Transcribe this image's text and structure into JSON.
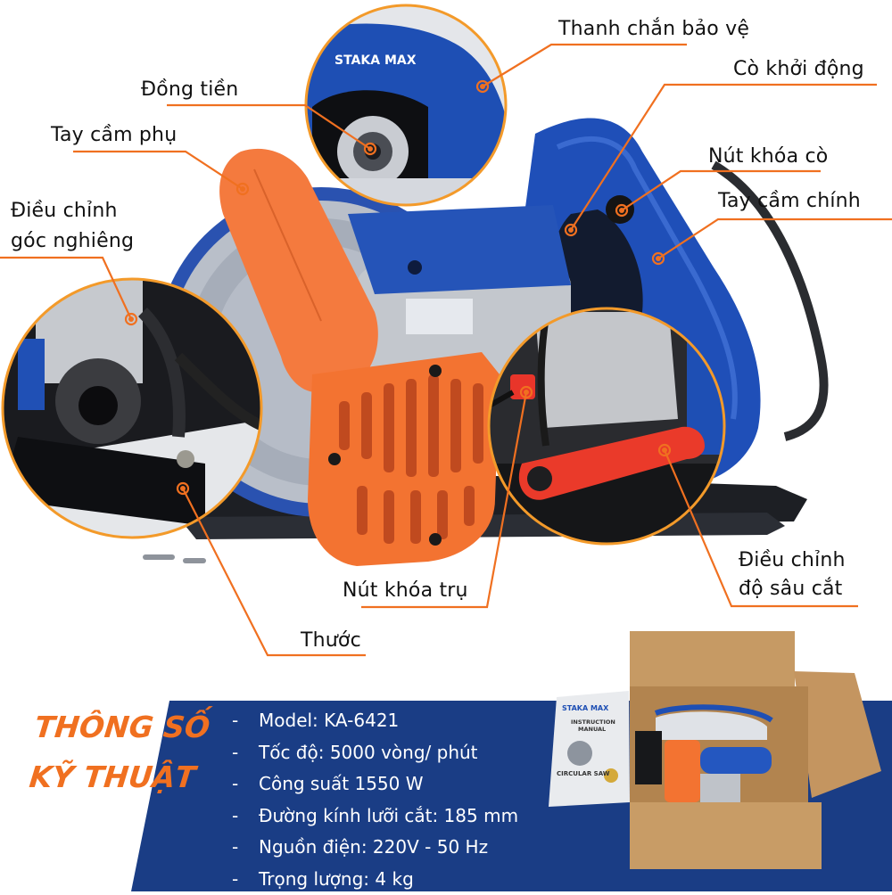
{
  "brand": "STAKA MAX",
  "colors": {
    "accent_orange": "#f07020",
    "panel_blue": "#1a3d85",
    "tool_blue": "#1e4fb4",
    "tool_orange": "#f7783a",
    "text_dark": "#111111"
  },
  "callouts": [
    {
      "id": "thanh-chan-bao-ve",
      "text": "Thanh chắn bảo vệ"
    },
    {
      "id": "co-khoi-dong",
      "text": "Cò khởi động"
    },
    {
      "id": "dong-tien",
      "text": "Đồng tiền"
    },
    {
      "id": "tay-cam-phu",
      "text": "Tay cầm phụ"
    },
    {
      "id": "nut-khoa-co",
      "text": "Nút khóa cò"
    },
    {
      "id": "tay-cam-chinh",
      "text": "Tay cầm chính"
    },
    {
      "id": "dieu-chinh-goc-nghieng",
      "text": "Điều chỉnh góc nghiêng",
      "line1": "Điều chỉnh",
      "line2": "góc nghiêng"
    },
    {
      "id": "dieu-chinh-do-sau-cat",
      "text": "Điều chỉnh độ sâu cắt",
      "line1": "Điều chỉnh",
      "line2": "độ sâu cắt"
    },
    {
      "id": "nut-khoa-tru",
      "text": "Nút khóa trụ"
    },
    {
      "id": "thuoc",
      "text": "Thước"
    }
  ],
  "specs": {
    "title_line1": "THÔNG SỐ",
    "title_line2": "KỸ THUẬT",
    "bullet": "-",
    "items": [
      "Model: KA-6421",
      "Tốc độ: 5000 vòng/ phút",
      "Công suất 1550 W",
      "Đường kính lưỡi cắt: 185 mm",
      "Nguồn điện: 220V - 50 Hz",
      "Trọng lượng: 4 kg"
    ]
  },
  "manual": {
    "brand": "STAKA MAX",
    "title_line1": "INSTRUCTION",
    "title_line2": "MANUAL",
    "product": "CIRCULAR SAW"
  }
}
